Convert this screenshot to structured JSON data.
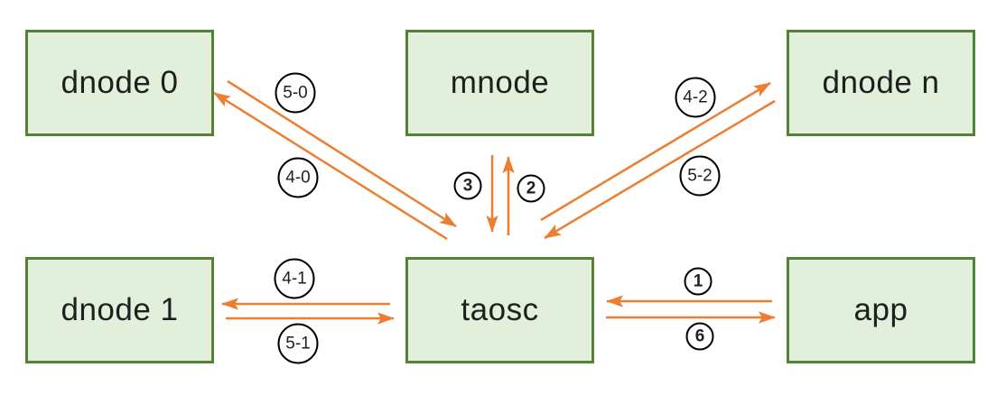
{
  "colors": {
    "node_fill": "#E2EFDA",
    "node_border": "#548235",
    "arrow": "#ED7D31",
    "circle_border": "#000000",
    "text": "#1F1F1F"
  },
  "nodes": [
    {
      "id": "dnode0",
      "label": "dnode 0"
    },
    {
      "id": "mnode",
      "label": "mnode"
    },
    {
      "id": "dnoden",
      "label": "dnode n"
    },
    {
      "id": "dnode1",
      "label": "dnode 1"
    },
    {
      "id": "taosc",
      "label": "taosc"
    },
    {
      "id": "app",
      "label": "app"
    }
  ],
  "edges": [
    {
      "label": "5-0",
      "from": "dnode 0",
      "to": "taosc"
    },
    {
      "label": "4-0",
      "from": "taosc",
      "to": "dnode 0"
    },
    {
      "label": "3",
      "from": "mnode",
      "to": "taosc"
    },
    {
      "label": "2",
      "from": "taosc",
      "to": "mnode"
    },
    {
      "label": "4-2",
      "from": "taosc",
      "to": "dnode n"
    },
    {
      "label": "5-2",
      "from": "dnode n",
      "to": "taosc"
    },
    {
      "label": "4-1",
      "from": "taosc",
      "to": "dnode 1"
    },
    {
      "label": "5-1",
      "from": "dnode 1",
      "to": "taosc"
    },
    {
      "label": "1",
      "from": "app",
      "to": "taosc"
    },
    {
      "label": "6",
      "from": "taosc",
      "to": "app"
    }
  ]
}
